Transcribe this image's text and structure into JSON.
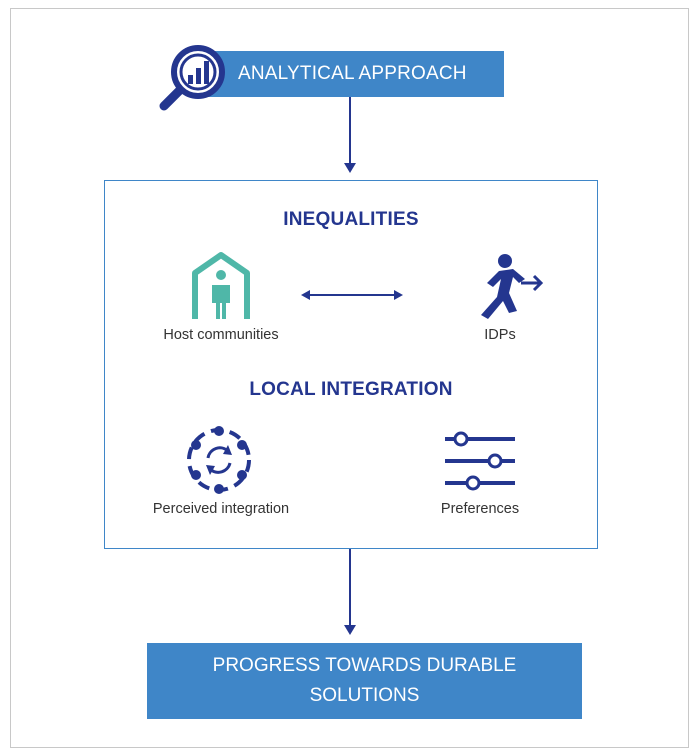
{
  "header": {
    "title": "ANALYTICAL APPROACH",
    "icon": "magnifier-chart-icon"
  },
  "box": {
    "section1": {
      "title": "INEQUALITIES",
      "left": {
        "label": "Host communities",
        "icon": "host-community-icon"
      },
      "right": {
        "label": "IDPs",
        "icon": "displaced-person-icon"
      },
      "relation_icon": "double-arrow-icon"
    },
    "section2": {
      "title": "LOCAL INTEGRATION",
      "left": {
        "label": "Perceived integration",
        "icon": "circular-integration-icon"
      },
      "right": {
        "label": "Preferences",
        "icon": "sliders-icon"
      }
    }
  },
  "footer": {
    "line1": "PROGRESS TOWARDS DURABLE",
    "line2": "SOLUTIONS"
  },
  "colors": {
    "accent": "#3f86c8",
    "navy": "#24368f",
    "teal": "#4fb7a8",
    "frame": "#c8c8c8"
  }
}
